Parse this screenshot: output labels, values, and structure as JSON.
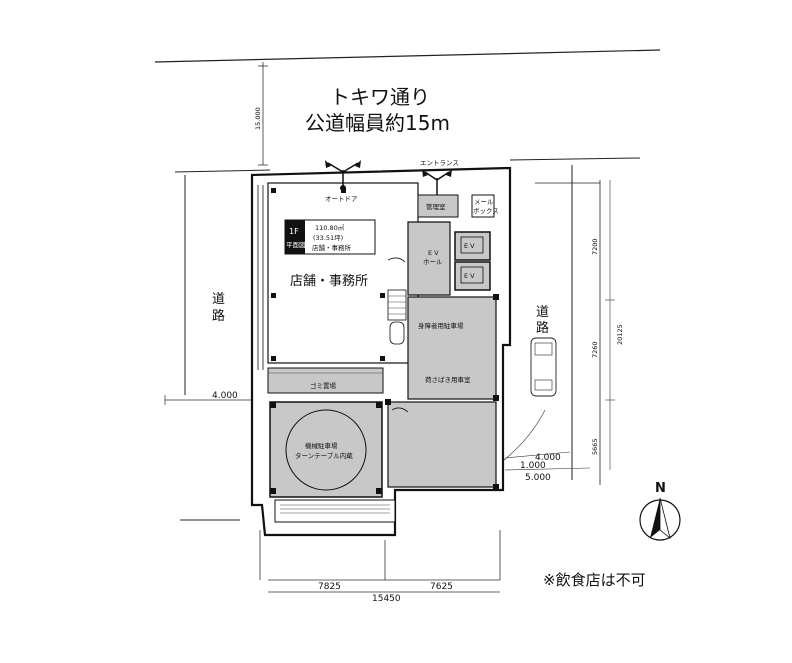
{
  "street": {
    "name": "トキワ通り",
    "width_note": "公道幅員約15m",
    "offset_dim": "15.000"
  },
  "road_west": {
    "label_line1": "道",
    "label_line2": "路",
    "offset_dim": "4.000"
  },
  "road_east": {
    "label_line1": "道",
    "label_line2": "路"
  },
  "doors": {
    "auto_door": "オートドア",
    "entrance": "エントランス"
  },
  "floor_box": {
    "floor": "1F",
    "plan_label": "平面図",
    "area_m2": "110.80㎡",
    "area_tsubo": "(33.51坪)",
    "usage": "店舗・事務所"
  },
  "rooms": {
    "store_office": "店舗・事務所",
    "management": "管理室",
    "mailbox_line1": "メール",
    "mailbox_line2": "ボックス",
    "ev_hall_line1": "E V",
    "ev_hall_line2": "ホール",
    "ev1": "E V",
    "ev2": "E V",
    "disabled_parking": "身障者用駐車場",
    "loading_space": "荷さばき用車室",
    "garbage": "ゴミ置場",
    "mech_parking_line1": "機械駐車場",
    "mech_parking_line2": "ターンテーブル内蔵"
  },
  "dimensions": {
    "bottom_left": "7825",
    "bottom_right": "7625",
    "bottom_total": "15450",
    "right_a": "7200",
    "right_b": "7260",
    "right_c": "5665",
    "right_total": "20125",
    "setback_1": "4.000",
    "setback_2": "1.000",
    "setback_3": "5.000"
  },
  "compass": {
    "label": "N"
  },
  "note": "※飲食店は不可"
}
